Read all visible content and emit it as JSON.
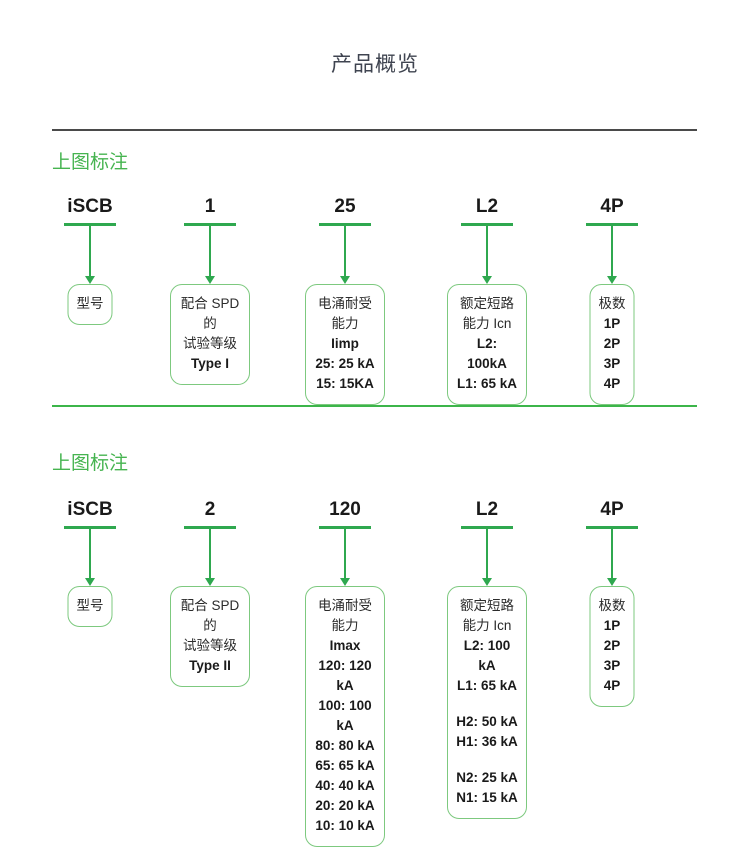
{
  "page": {
    "title": "产品概览",
    "accent_green": "#2fa84f",
    "heading_green": "#46b450",
    "box_border": "#7dc97f",
    "divider_dark": "#4a4a4a"
  },
  "sections": [
    {
      "heading": "上图标注",
      "divider_color": "#4a4a4a",
      "columns": [
        {
          "code": "iSCB",
          "box": {
            "lines": [
              "型号"
            ],
            "bold": [
              false
            ]
          }
        },
        {
          "code": "1",
          "box": {
            "lines": [
              "配合 SPD 的",
              "试验等级",
              "Type I"
            ],
            "bold": [
              false,
              false,
              true
            ]
          }
        },
        {
          "code": "25",
          "box": {
            "lines": [
              "电涌耐受能力",
              "Iimp",
              "25: 25 kA",
              "15: 15KA"
            ],
            "bold": [
              false,
              true,
              true,
              true
            ]
          }
        },
        {
          "code": "L2",
          "box": {
            "lines": [
              "额定短路能力 Icn",
              "L2: 100kA",
              "L1: 65 kA"
            ],
            "bold": [
              false,
              true,
              true
            ]
          }
        },
        {
          "code": "4P",
          "box": {
            "lines": [
              "极数",
              "1P",
              "2P",
              "3P",
              "4P"
            ],
            "bold": [
              false,
              true,
              true,
              true,
              true
            ]
          }
        }
      ]
    },
    {
      "heading": "上图标注",
      "divider_color": "#3cb54a",
      "columns": [
        {
          "code": "iSCB",
          "box": {
            "lines": [
              "型号"
            ],
            "bold": [
              false
            ]
          }
        },
        {
          "code": "2",
          "box": {
            "lines": [
              "配合 SPD 的",
              "试验等级",
              "Type II"
            ],
            "bold": [
              false,
              false,
              true
            ]
          }
        },
        {
          "code": "120",
          "box": {
            "lines": [
              "电涌耐受能力",
              "Imax",
              "120: 120 kA",
              "100: 100 kA",
              "80: 80 kA",
              "65: 65 kA",
              "40: 40 kA",
              "20: 20 kA",
              "10: 10 kA"
            ],
            "bold": [
              false,
              true,
              true,
              true,
              true,
              true,
              true,
              true,
              true
            ]
          }
        },
        {
          "code": "L2",
          "box": {
            "lines": [
              "额定短路能力 Icn",
              "L2: 100 kA",
              "L1: 65 kA",
              "",
              "H2: 50 kA",
              "H1: 36 kA",
              "",
              "N2: 25 kA",
              "N1: 15 kA"
            ],
            "bold": [
              false,
              true,
              true,
              false,
              true,
              true,
              false,
              true,
              true
            ]
          }
        },
        {
          "code": "4P",
          "box": {
            "lines": [
              "极数",
              "1P",
              "2P",
              "3P",
              "4P"
            ],
            "bold": [
              false,
              true,
              true,
              true,
              true
            ]
          }
        }
      ]
    }
  ]
}
